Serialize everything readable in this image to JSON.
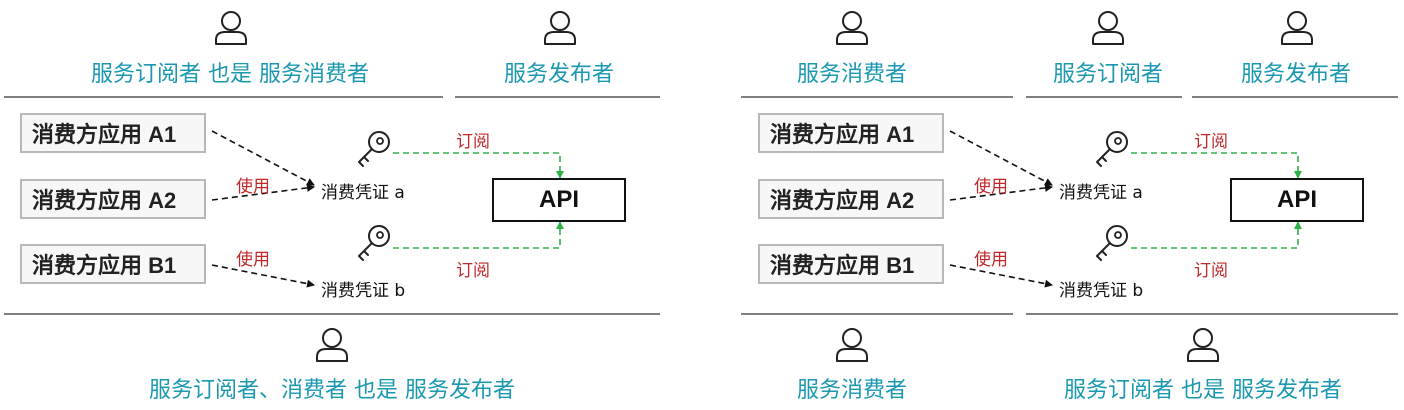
{
  "colors": {
    "accent": "#1a98b0",
    "arrow_use": "#111111",
    "arrow_subscribe": "#2eb24e",
    "edge_label": "#c0282a"
  },
  "icons": {
    "person": "person-icon",
    "key": "key-icon"
  },
  "left": {
    "top_roles": {
      "left": "服务订阅者 也是 服务消费者",
      "right": "服务发布者"
    },
    "bottom_role": "服务订阅者、消费者 也是 服务发布者",
    "apps": {
      "a1": "消费方应用 A1",
      "a2": "消费方应用 A2",
      "b1": "消费方应用 B1"
    },
    "api": "API",
    "credentials": {
      "a": "消费凭证 a",
      "b": "消费凭证 b"
    },
    "edges": {
      "use_a": "使用",
      "use_b": "使用",
      "subscribe_a": "订阅",
      "subscribe_b": "订阅"
    }
  },
  "right": {
    "top_roles": {
      "left": "服务消费者",
      "middle": "服务订阅者",
      "right": "服务发布者"
    },
    "bottom_roles": {
      "left": "服务消费者",
      "right": "服务订阅者 也是 服务发布者"
    },
    "apps": {
      "a1": "消费方应用 A1",
      "a2": "消费方应用 A2",
      "b1": "消费方应用 B1"
    },
    "api": "API",
    "credentials": {
      "a": "消费凭证 a",
      "b": "消费凭证 b"
    },
    "edges": {
      "use_a": "使用",
      "use_b": "使用",
      "subscribe_a": "订阅",
      "subscribe_b": "订阅"
    }
  }
}
